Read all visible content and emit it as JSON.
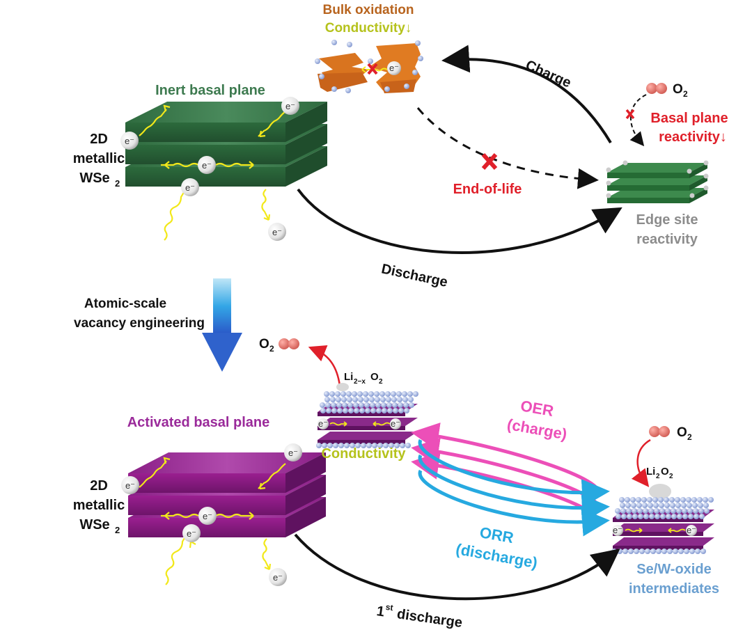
{
  "top_state": {
    "material_label_line1": "2D",
    "material_label_line2": "metallic",
    "material_label_line3": "WSe",
    "material_label_sub": "2",
    "plane_label": "Inert basal plane",
    "plane_color": "#3d7a4f"
  },
  "bulk_oxidation": {
    "title": "Bulk oxidation",
    "subtitle": "Conductivity↓",
    "title_color": "#b8641e",
    "subtitle_color": "#b5c21c"
  },
  "charge_label": "Charge",
  "discharge_label": "Discharge",
  "end_of_life_label": "End-of-life",
  "edge_state": {
    "o2_label": "O",
    "o2_sub": "2",
    "basal_line1": "Basal plane",
    "basal_line2": "reactivity↓",
    "edge_line1": "Edge site",
    "edge_line2": "reactivity",
    "basal_color": "#e0202a",
    "edge_color": "#8c8c8c"
  },
  "engineering": {
    "line1": "Atomic-scale",
    "line2": "vacancy engineering"
  },
  "bottom_state": {
    "material_label_line1": "2D",
    "material_label_line2": "metallic",
    "material_label_line3": "WSe",
    "material_label_sub": "2",
    "plane_label": "Activated basal plane",
    "plane_color": "#9a2a9a"
  },
  "charged_state": {
    "o2_label": "O",
    "o2_sub": "2",
    "product_main": "Li",
    "product_sub1": "2−x",
    "product_o": "O",
    "product_sub2": "2",
    "conductivity": "Conductivity",
    "conductivity_color": "#b5c21c"
  },
  "oer": {
    "line1": "OER",
    "line2": "(charge)",
    "color": "#ec4fb8"
  },
  "orr": {
    "line1": "ORR",
    "line2": "(discharge)",
    "color": "#26a9e0"
  },
  "discharged_state": {
    "o2_label": "O",
    "o2_sub": "2",
    "product_main": "Li",
    "product_sub1": "2",
    "product_o": "O",
    "product_sub2": "2",
    "line1": "Se/W-oxide",
    "line2": "intermediates",
    "color": "#6a9fd0"
  },
  "first_discharge": {
    "num": "1",
    "sup": "st",
    "text": " discharge"
  },
  "electron_label": "e⁻"
}
